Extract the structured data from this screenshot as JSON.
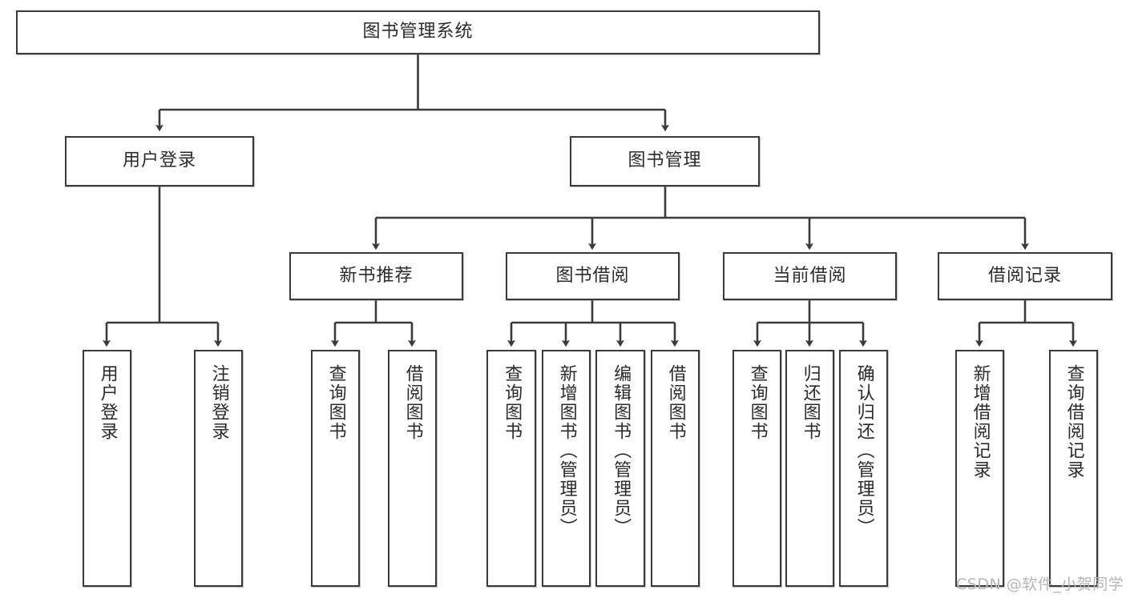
{
  "diagram": {
    "type": "hierarchy-tree",
    "title": "图书管理系统",
    "watermark": "CSDN @软件_小贺同学",
    "colors": {
      "stroke": "#3a3a3a",
      "fill": "#ffffff",
      "text": "#2b2b2b",
      "watermark": "#b6b6b6"
    },
    "nodes": {
      "root": {
        "label": "图书管理系统",
        "level": 1,
        "orientation": "horizontal"
      },
      "l2": [
        {
          "id": "user-login",
          "label": "用户登录",
          "level": 2,
          "orientation": "horizontal"
        },
        {
          "id": "book-management",
          "label": "图书管理",
          "level": 2,
          "orientation": "horizontal"
        }
      ],
      "l3": [
        {
          "id": "new-book-recommend",
          "label": "新书推荐",
          "level": 3,
          "orientation": "horizontal",
          "parent": "book-management"
        },
        {
          "id": "book-borrow",
          "label": "图书借阅",
          "level": 3,
          "orientation": "horizontal",
          "parent": "book-management"
        },
        {
          "id": "current-borrow",
          "label": "当前借阅",
          "level": 3,
          "orientation": "horizontal",
          "parent": "book-management"
        },
        {
          "id": "borrow-record",
          "label": "借阅记录",
          "level": 3,
          "orientation": "horizontal",
          "parent": "book-management"
        }
      ],
      "leaves": [
        {
          "id": "leaf-user-login",
          "label": "用户登录",
          "parent": "user-login",
          "orientation": "vertical"
        },
        {
          "id": "leaf-logout",
          "label": "注销登录",
          "parent": "user-login",
          "orientation": "vertical"
        },
        {
          "id": "leaf-query-book-1",
          "label": "查询图书",
          "parent": "new-book-recommend",
          "orientation": "vertical"
        },
        {
          "id": "leaf-borrow-book-1",
          "label": "借阅图书",
          "parent": "new-book-recommend",
          "orientation": "vertical"
        },
        {
          "id": "leaf-query-book-2",
          "label": "查询图书",
          "parent": "book-borrow",
          "orientation": "vertical"
        },
        {
          "id": "leaf-add-book",
          "label": "新增图书（管理员）",
          "parent": "book-borrow",
          "orientation": "vertical"
        },
        {
          "id": "leaf-edit-book",
          "label": "编辑图书（管理员）",
          "parent": "book-borrow",
          "orientation": "vertical"
        },
        {
          "id": "leaf-borrow-book-2",
          "label": "借阅图书",
          "parent": "book-borrow",
          "orientation": "vertical"
        },
        {
          "id": "leaf-query-book-3",
          "label": "查询图书",
          "parent": "current-borrow",
          "orientation": "vertical"
        },
        {
          "id": "leaf-return-book",
          "label": "归还图书",
          "parent": "current-borrow",
          "orientation": "vertical"
        },
        {
          "id": "leaf-confirm-return",
          "label": "确认归还（管理员）",
          "parent": "current-borrow",
          "orientation": "vertical"
        },
        {
          "id": "leaf-add-record",
          "label": "新增借阅记录",
          "parent": "borrow-record",
          "orientation": "vertical"
        },
        {
          "id": "leaf-query-record",
          "label": "查询借阅记录",
          "parent": "borrow-record",
          "orientation": "vertical"
        }
      ]
    }
  }
}
